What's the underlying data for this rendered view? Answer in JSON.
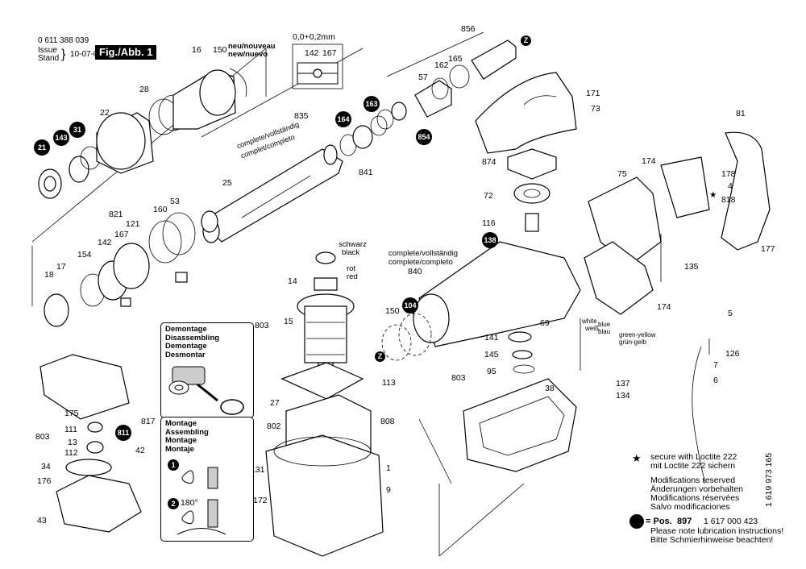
{
  "header": {
    "part_number": "0 611 388 039",
    "issue_label_1": "Issue",
    "issue_label_2": "Stand",
    "issue_date": "10-07-06",
    "fig_label": "Fig./Abb. 1"
  },
  "labels": {
    "p16": "16",
    "p150a": "150",
    "new": "neu/nouveau",
    "new2": "new/nuevo",
    "tol": "0,0+0,2mm",
    "p142a": "142",
    "p167a": "167",
    "p856": "856",
    "p57": "57",
    "p162": "162",
    "p165": "165",
    "p171": "171",
    "p73": "73",
    "p28": "28",
    "p22": "22",
    "p835": "835",
    "complete1": "complete/vollständig",
    "complete1b": "complet/completo",
    "p841": "841",
    "p25": "25",
    "p874": "874",
    "p72": "72",
    "p116": "116",
    "p75": "75",
    "p174a": "174",
    "p178": "178",
    "p4": "4",
    "p818": "818",
    "p81": "81",
    "p177": "177",
    "p821": "821",
    "p121": "121",
    "p160": "160",
    "p53": "53",
    "p167b": "167",
    "p142b": "142",
    "p154": "154",
    "p17": "17",
    "p18": "18",
    "schwarz": "schwarz",
    "black": "black",
    "rot": "rot",
    "red": "red",
    "p14": "14",
    "p803a": "803",
    "p15": "15",
    "complete2": "complete/vollständig",
    "complete2b": "complete/completo",
    "p840": "840",
    "p150b": "150",
    "p69": "69",
    "p135": "135",
    "p5": "5",
    "p174b": "174",
    "white": "white",
    "weiß": "weiß",
    "blue": "blue",
    "blau": "blau",
    "gy": "green-yellow",
    "gg": "grün-gelb",
    "p141": "141",
    "p145": "145",
    "p95": "95",
    "p803b": "803",
    "p126": "126",
    "p7": "7",
    "p6": "6",
    "p137": "137",
    "p134": "134",
    "p113": "113",
    "p27": "27",
    "p802": "802",
    "p808": "808",
    "p38": "38",
    "p131": "131",
    "p1": "1",
    "p9": "9",
    "p172": "172",
    "p175": "175",
    "p817": "817",
    "p111": "111",
    "p803c": "803",
    "p13": "13",
    "p112": "112",
    "p42": "42",
    "p34": "34",
    "p176": "176",
    "p43": "43",
    "angle": "180°"
  },
  "bubbles": {
    "b21": "21",
    "b143": "143",
    "b31": "31",
    "b164": "164",
    "b163": "163",
    "b854": "854",
    "b138": "138",
    "b104": "104",
    "b811": "811",
    "z": "Z"
  },
  "panels": {
    "demontage": [
      "Demontage",
      "Disassembling",
      "Demontage",
      "Desmontar"
    ],
    "montage": [
      "Montage",
      "Assembling",
      "Montage",
      "Montaje"
    ],
    "step1": "1",
    "step2": "2"
  },
  "notes": {
    "loctite1": "secure with Loctite 222",
    "loctite2": "mit Loctite 222 sichern",
    "mod": [
      "Modifications reserved",
      "Änderungen vorbehalten",
      "Modifications réservées",
      "Salvo modificaciones"
    ],
    "pos_prefix": "= Pos.",
    "pos_num": "897",
    "pos_code": "1 617 000 423",
    "lube1": "Please note lubrication instructions!",
    "lube2": "Bitte Schmierhinweise beachten!",
    "side_number": "1 619 973 165",
    "star": "★"
  }
}
